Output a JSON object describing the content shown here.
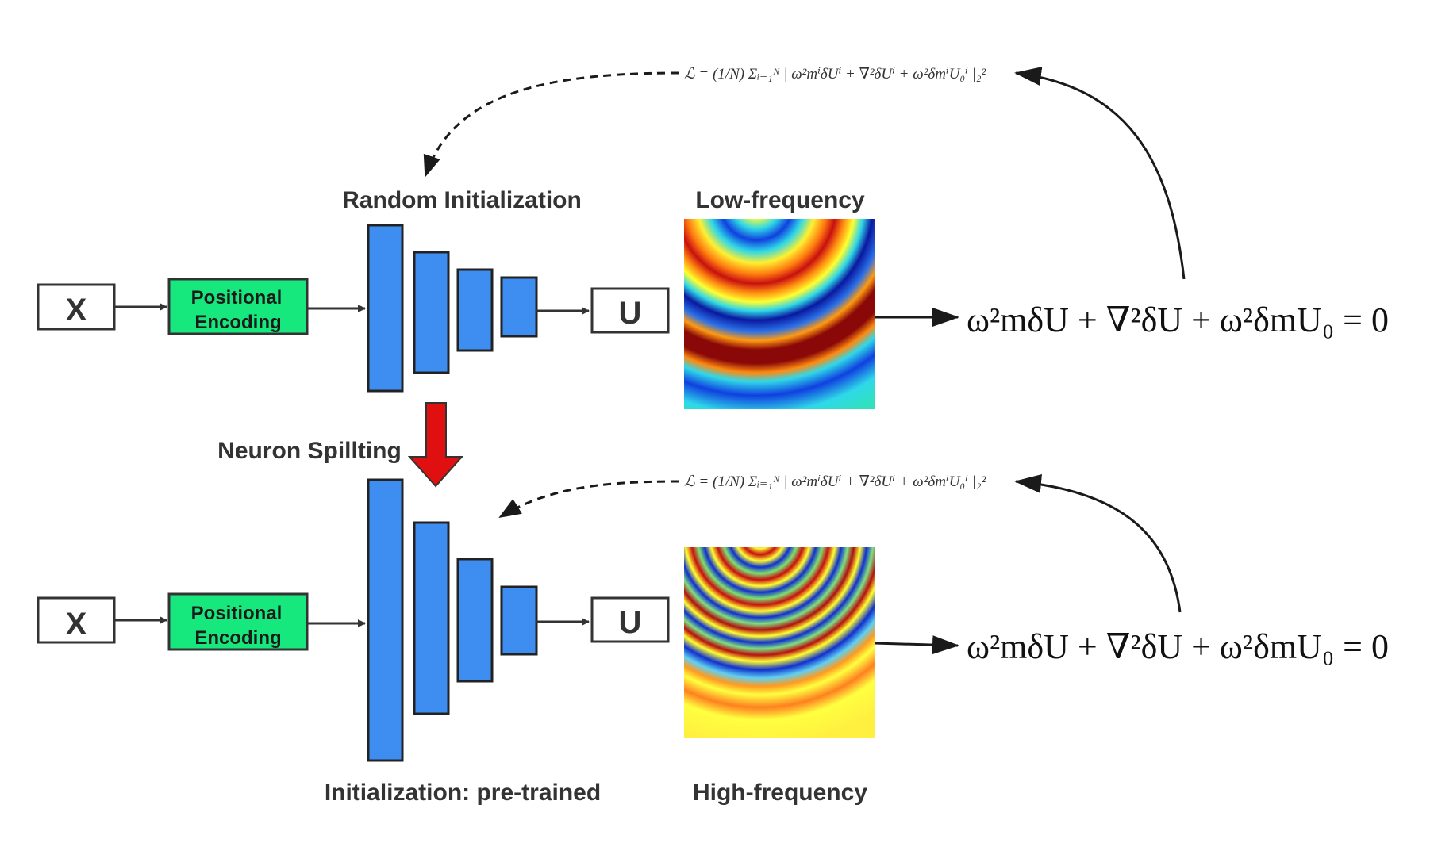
{
  "labels": {
    "random_init": "Random Initialization",
    "low_freq": "Low-frequency",
    "neuron_splitting": "Neuron Spillting",
    "pretrained_init": "Initialization: pre-trained",
    "high_freq": "High-frequency"
  },
  "top_row": {
    "input": "X",
    "encoding_line1": "Positional",
    "encoding_line2": "Encoding",
    "output": "U",
    "equation": "ω²mδU + ∇²δU + ω²δmU₀ = 0",
    "loss": "ℒ = (1/N) Σᵢ₌₁ᴺ | ω²mⁱδUⁱ + ∇²δUⁱ + ω²δmⁱU₀ⁱ |₂²"
  },
  "bottom_row": {
    "input": "X",
    "encoding_line1": "Positional",
    "encoding_line2": "Encoding",
    "output": "U",
    "equation": "ω²mδU + ∇²δU + ω²δmU₀ = 0",
    "loss": "ℒ = (1/N) Σᵢ₌₁ᴺ | ω²mⁱδUⁱ + ∇²δUⁱ + ω²δmⁱU₀ⁱ |₂²"
  },
  "colors": {
    "layer_blue": "#3d8ef0",
    "encoding_green": "#17e87e",
    "split_arrow_red": "#e01010",
    "stroke_dark": "#333333"
  }
}
